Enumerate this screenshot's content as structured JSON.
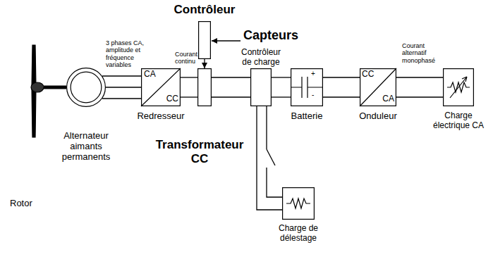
{
  "diagram": {
    "nodes": [
      {
        "text": [
          "Rotor"
        ]
      },
      {
        "text": [
          "Alternateur aimants permanents"
        ]
      },
      {
        "text": [
          "CA",
          "CC",
          "Redresseur"
        ]
      },
      {
        "text": [
          "Contrôleur"
        ]
      },
      {
        "text": [
          "Transformateur CC"
        ]
      },
      {
        "text": [
          "Contrôleur de charge"
        ]
      },
      {
        "text": [
          "Charge de délestage"
        ]
      },
      {
        "text": [
          "Batterie",
          "+",
          "-"
        ]
      },
      {
        "text": [
          "CC",
          "CA",
          "Onduleur"
        ]
      },
      {
        "text": [
          "Charge électrique CA"
        ]
      }
    ],
    "edges": [
      {
        "from": 0,
        "to": 1,
        "arrow": "none"
      },
      {
        "from": 1,
        "to": 2,
        "arrow": "none"
      },
      {
        "from": 2,
        "to": 4,
        "arrow": "none"
      },
      {
        "from": 3,
        "to": 4,
        "arrow": "to"
      },
      {
        "from": 4,
        "to": 5,
        "arrow": "none"
      },
      {
        "from": 5,
        "to": 6,
        "arrow": "none"
      },
      {
        "from": 5,
        "to": 7,
        "arrow": "none"
      },
      {
        "from": 7,
        "to": 8,
        "arrow": "none"
      },
      {
        "from": 8,
        "to": 9,
        "arrow": "none"
      }
    ],
    "labels": [
      "Capteurs",
      "3 phases CA, amplitude et fréquence variables",
      "Courant continu",
      "Courant alternatif monophasé"
    ]
  }
}
